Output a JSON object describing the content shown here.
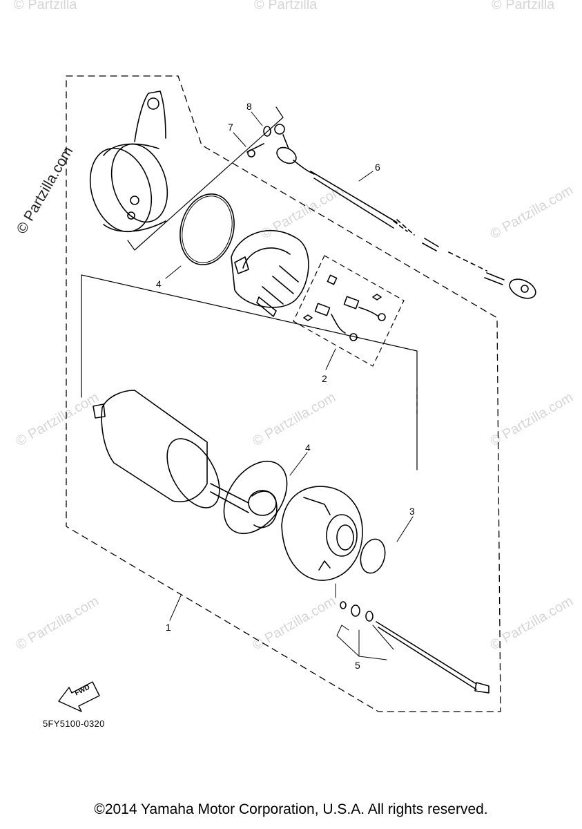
{
  "watermark": {
    "text": "© Partzilla.com",
    "short_text": "© Partzilla"
  },
  "callouts": {
    "c1": "1",
    "c2": "2",
    "c3": "3",
    "c4a": "4",
    "c4b": "4",
    "c5": "5",
    "c6": "6",
    "c7": "7",
    "c8": "8"
  },
  "fwd_label": "FWD",
  "diagram_code": "5FY5100-0320",
  "copyright": "©2014 Yamaha Motor Corporation, U.S.A. All rights reserved."
}
